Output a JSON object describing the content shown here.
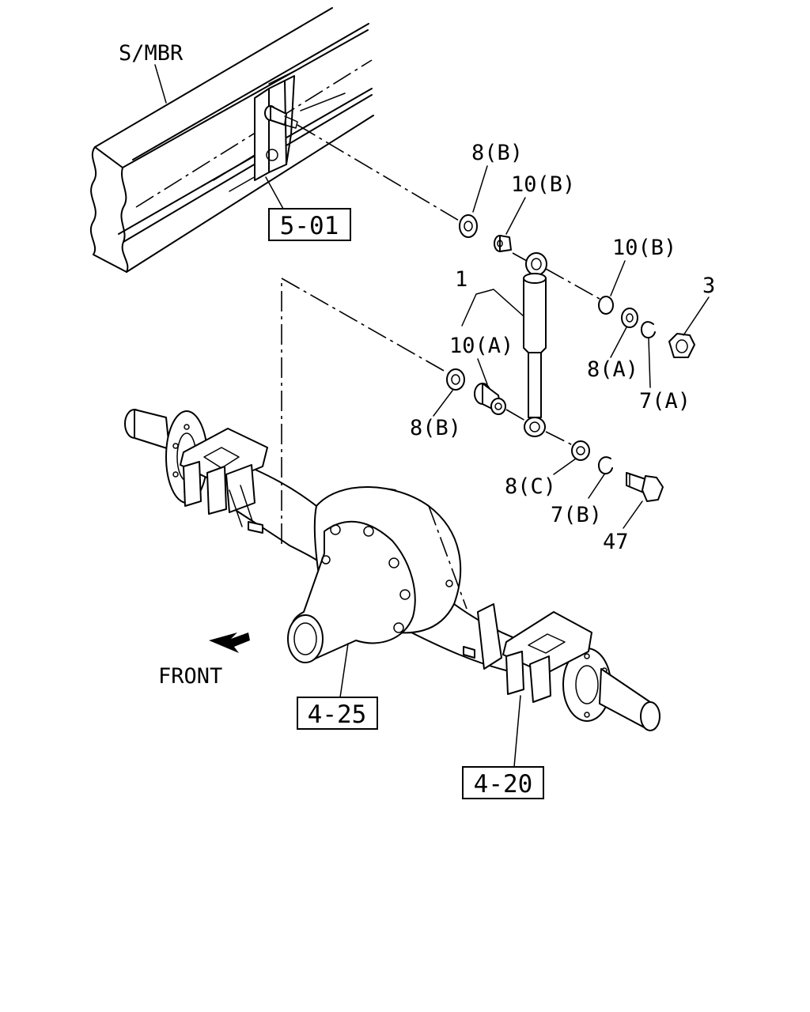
{
  "diagram": {
    "frame_label": "S/MBR",
    "front_label": "FRONT",
    "reference_boxes": {
      "frame_ref": "5-01",
      "axle_housing_ref": "4-25",
      "spring_seat_ref": "4-20"
    },
    "callouts": {
      "shock_absorber": "1",
      "nut": "3",
      "bolt": "47",
      "washer_top_frame": "8(B)",
      "bushing_top_inner": "10(B)",
      "bushing_top_outer": "10(B)",
      "washer_top_outer": "8(A)",
      "clip_top": "7(A)",
      "bushing_bottom_inner": "10(A)",
      "washer_bottom_axle": "8(B)",
      "washer_bottom_outer": "8(C)",
      "clip_bottom": "7(B)"
    }
  }
}
